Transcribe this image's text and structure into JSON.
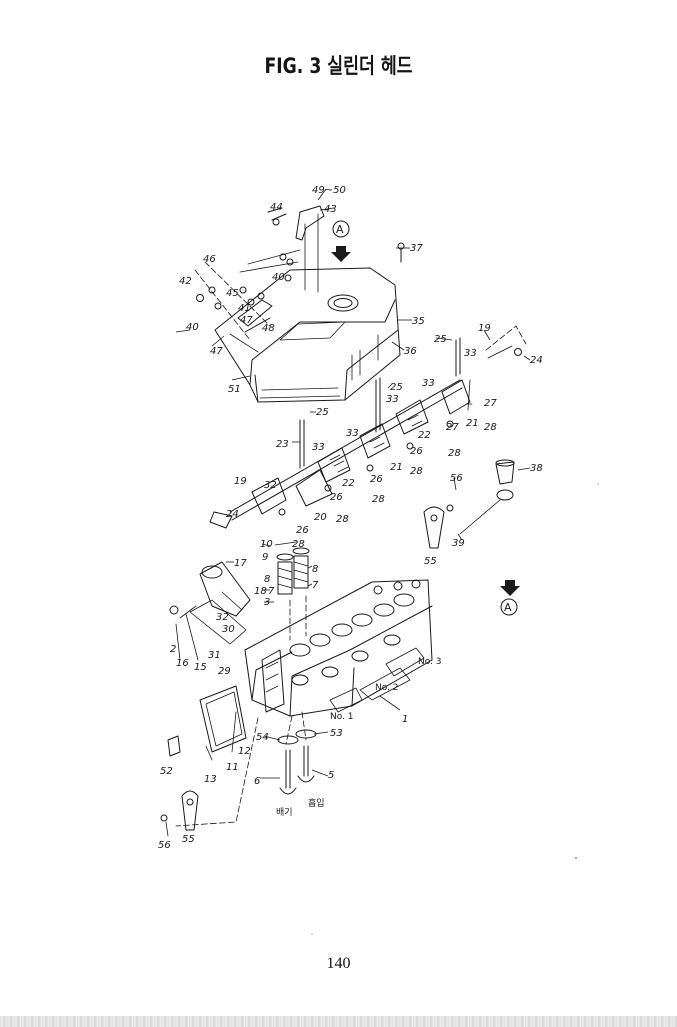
{
  "title": "FIG. 3 실린더 헤드",
  "page_number": "140",
  "reference_marker": "A",
  "port_labels": {
    "exhaust": "배기",
    "intake": "흡입"
  },
  "cylinder_labels": [
    "No. 1",
    "No. 2",
    "No. 3"
  ],
  "callouts": {
    "c1": "1",
    "c2": "2",
    "c3": "3",
    "c5": "5",
    "c6": "6",
    "c7a": "7",
    "c7b": "7",
    "c8a": "8",
    "c8b": "8",
    "c9": "9",
    "c10": "10",
    "c11": "11",
    "c12": "12",
    "c13": "13",
    "c15": "15",
    "c16": "16",
    "c17": "17",
    "c18": "18",
    "c19a": "19",
    "c19b": "19",
    "c20": "20",
    "c21a": "21",
    "c21b": "21",
    "c22a": "22",
    "c22b": "22",
    "c23": "23",
    "c24a": "24",
    "c24b": "24",
    "c25a": "25",
    "c25b": "25",
    "c25c": "25",
    "c26a": "26",
    "c26b": "26",
    "c26c": "26",
    "c26d": "26",
    "c27a": "27",
    "c27b": "27",
    "c28a": "28",
    "c28b": "28",
    "c28c": "28",
    "c28d": "28",
    "c28e": "28",
    "c28f": "28",
    "c29": "29",
    "c30": "30",
    "c31": "31",
    "c32a": "32",
    "c32b": "32",
    "c33a": "33",
    "c33b": "33",
    "c33c": "33",
    "c33d": "33",
    "c33e": "33",
    "c35": "35",
    "c36": "36",
    "c37": "37",
    "c38": "38",
    "c39": "39",
    "c40a": "40",
    "c40b": "40",
    "c41": "41",
    "c42": "42",
    "c43": "43",
    "c44": "44",
    "c45": "45",
    "c46": "46",
    "c47a": "47",
    "c47b": "47",
    "c48": "48",
    "c49_50": "49~50",
    "c51": "51",
    "c52": "52",
    "c53": "53",
    "c54": "54",
    "c55a": "55",
    "c55b": "55",
    "c56a": "56",
    "c56b": "56"
  }
}
